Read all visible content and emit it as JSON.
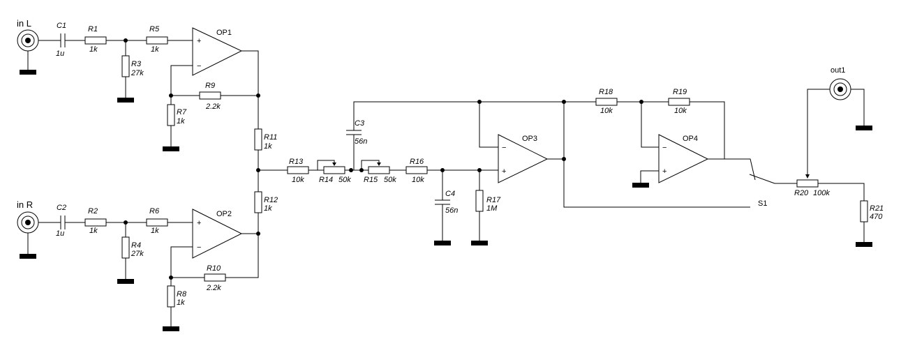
{
  "inputs": {
    "left_label": "in L",
    "right_label": "in R"
  },
  "output": {
    "label": "out1"
  },
  "switch": {
    "label": "S1"
  },
  "opamps": {
    "op1": "OP1",
    "op2": "OP2",
    "op3": "OP3",
    "op4": "OP4",
    "plus": "+",
    "minus": "−"
  },
  "components": {
    "c1": {
      "ref": "C1",
      "value": "1u"
    },
    "c2": {
      "ref": "C2",
      "value": "1u"
    },
    "c3": {
      "ref": "C3",
      "value": "56n"
    },
    "c4": {
      "ref": "C4",
      "value": "56n"
    },
    "r1": {
      "ref": "R1",
      "value": "1k"
    },
    "r2": {
      "ref": "R2",
      "value": "1k"
    },
    "r3": {
      "ref": "R3",
      "value": "27k"
    },
    "r4": {
      "ref": "R4",
      "value": "27k"
    },
    "r5": {
      "ref": "R5",
      "value": "1k"
    },
    "r6": {
      "ref": "R6",
      "value": "1k"
    },
    "r7": {
      "ref": "R7",
      "value": "1k"
    },
    "r8": {
      "ref": "R8",
      "value": "1k"
    },
    "r9": {
      "ref": "R9",
      "value": "2.2k"
    },
    "r10": {
      "ref": "R10",
      "value": "2.2k"
    },
    "r11": {
      "ref": "R11",
      "value": "1k"
    },
    "r12": {
      "ref": "R12",
      "value": "1k"
    },
    "r13": {
      "ref": "R13",
      "value": "10k"
    },
    "r14": {
      "ref": "R14",
      "value": "50k"
    },
    "r15": {
      "ref": "R15",
      "value": "50k"
    },
    "r16": {
      "ref": "R16",
      "value": "10k"
    },
    "r17": {
      "ref": "R17",
      "value": "1M"
    },
    "r18": {
      "ref": "R18",
      "value": "10k"
    },
    "r19": {
      "ref": "R19",
      "value": "10k"
    },
    "r20": {
      "ref": "R20",
      "value": "100k"
    },
    "r21": {
      "ref": "R21",
      "value": "470"
    }
  }
}
